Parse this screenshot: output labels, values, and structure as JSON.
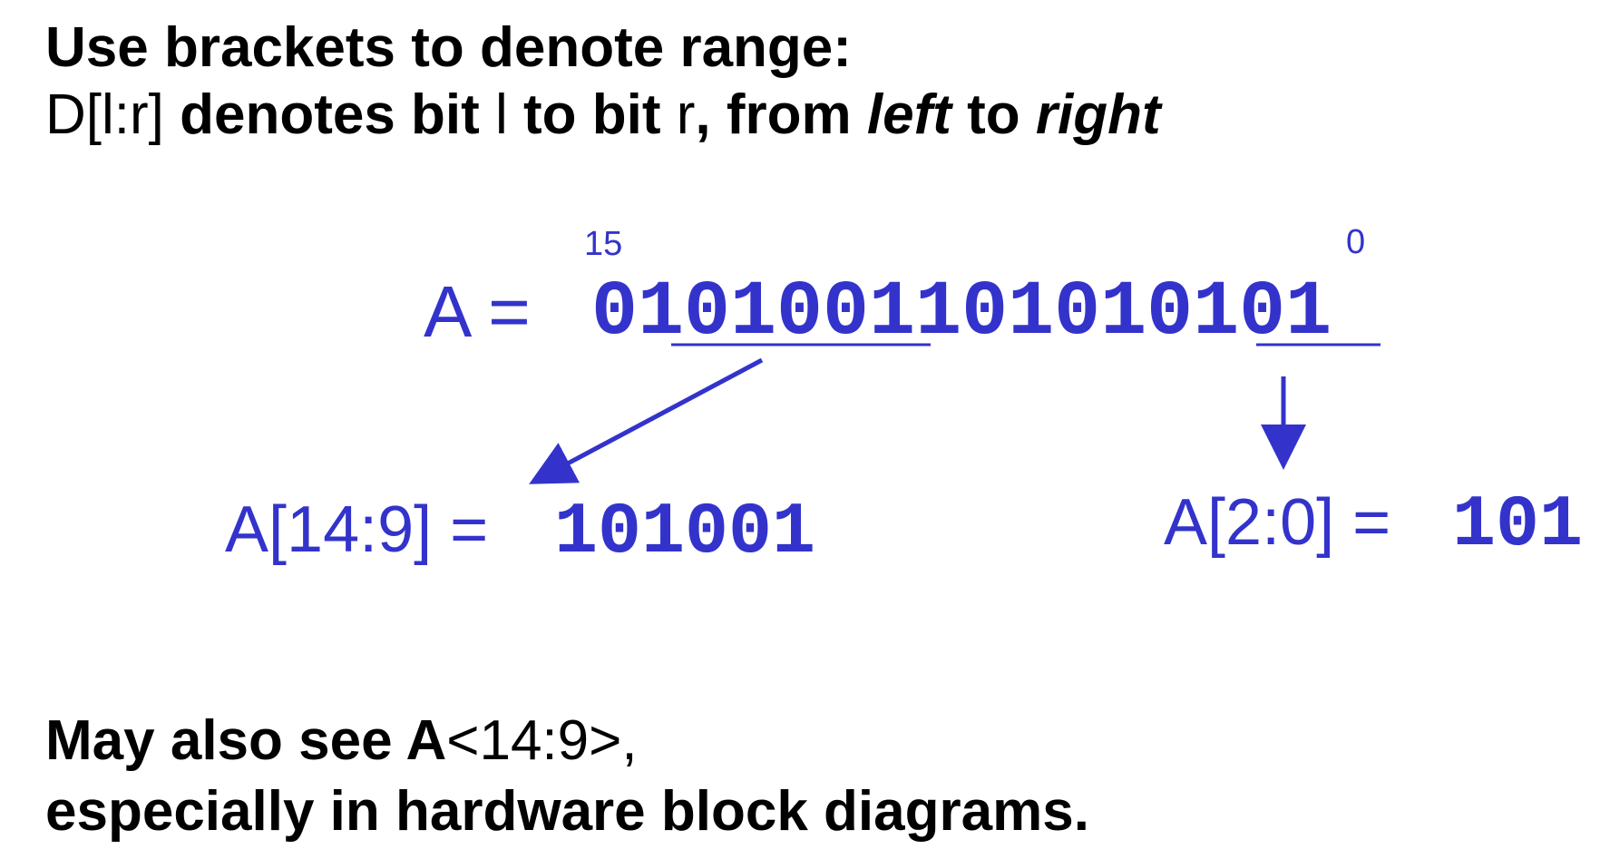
{
  "heading": {
    "line1": "Use brackets to denote range:",
    "line2": {
      "notation": "D[l:r]",
      "t1": " denotes bit ",
      "l": "l",
      "t2": " to bit ",
      "r": "r",
      "t3": ", from ",
      "left": "left",
      "t4": " to ",
      "right": "right"
    }
  },
  "register": {
    "label": "A =",
    "msb_index": "15",
    "lsb_index": "0",
    "bits": {
      "bit15": "0",
      "bits14to9": "101001",
      "bits8to3": "101010",
      "bits2to0": "101"
    }
  },
  "slices": {
    "left": {
      "label": "A[14:9] =",
      "value": "101001"
    },
    "right": {
      "label": "A[2:0] =",
      "value": "101"
    }
  },
  "footer": {
    "line1_bold": "May also see A",
    "line1_rest": "<14:9>,",
    "line2": "especially in hardware block diagrams."
  },
  "colors": {
    "text": "#000000",
    "accent": "#3333cc"
  }
}
